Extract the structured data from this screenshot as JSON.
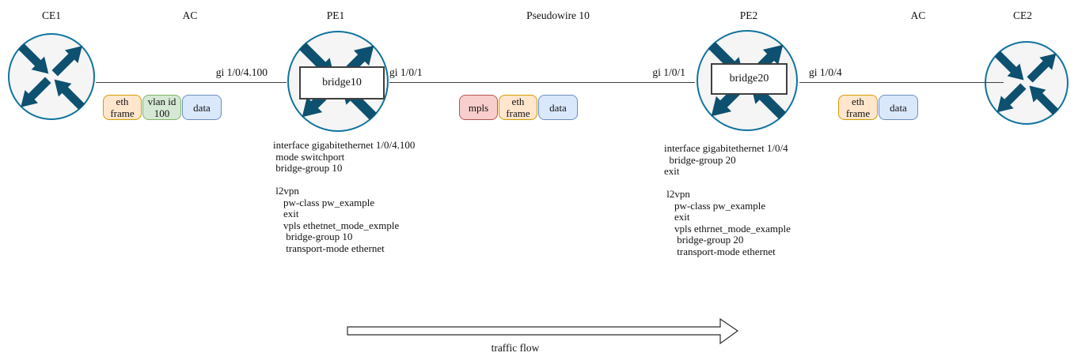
{
  "nodes": {
    "ce1": {
      "label": "CE1"
    },
    "pe1": {
      "label": "PE1",
      "bridge_label": "bridge10"
    },
    "pe2": {
      "label": "PE2",
      "bridge_label": "bridge20"
    },
    "ce2": {
      "label": "CE2"
    }
  },
  "segments": {
    "ac_left_label": "AC",
    "pseudowire_label": "Pseudowire 10",
    "ac_right_label": "AC"
  },
  "interface_labels": {
    "ce1_pe1": "gi 1/0/4.100",
    "pe1_pseudowire": "gi 1/0/1",
    "pseudowire_pe2": "gi 1/0/1",
    "pe2_ce2": "gi 1/0/4"
  },
  "frames": {
    "ac_left": [
      {
        "field": "eth frame",
        "color": "#FFE6CC",
        "border": "#D79B00"
      },
      {
        "field": "vlan id 100",
        "color": "#D5E8D4",
        "border": "#82B366"
      },
      {
        "field": "data",
        "color": "#DAE8FC",
        "border": "#6C8EBF"
      }
    ],
    "pseudowire": [
      {
        "field": "mpls",
        "color": "#F8CECC",
        "border": "#B85450"
      },
      {
        "field": "eth frame",
        "color": "#FFE6CC",
        "border": "#D79B00"
      },
      {
        "field": "data",
        "color": "#DAE8FC",
        "border": "#6C8EBF"
      }
    ],
    "ac_right": [
      {
        "field": "eth frame",
        "color": "#FFE6CC",
        "border": "#D79B00"
      },
      {
        "field": "data",
        "color": "#DAE8FC",
        "border": "#6C8EBF"
      }
    ]
  },
  "configs": {
    "pe1": "interface gigabitethernet 1/0/4.100\n mode switchport\n bridge-group 10\n\n l2vpn\n    pw-class pw_example\n    exit\n    vpls ethetnet_mode_exmple\n     bridge-group 10\n     transport-mode ethernet",
    "pe2": "interface gigabitethernet 1/0/4\n  bridge-group 20\nexit\n\n l2vpn\n    pw-class pw_example\n    exit\n    vpls ethrnet_mode_example\n     bridge-group 20\n     transport-mode ethernet"
  },
  "traffic_flow": {
    "label": "traffic flow"
  },
  "icons": {
    "router": "router-crossed-arrows-icon",
    "traffic_arrow": "right-arrow-outline-icon"
  },
  "colors": {
    "router_stroke": "#10739E",
    "router_fill": "#F5F5F5",
    "router_arrows": "#0E506F",
    "link_line": "#3d3d3d",
    "bridge_box_border": "#404040",
    "frame_orange": "#FFE6CC",
    "frame_green": "#D5E8D4",
    "frame_blue": "#DAE8FC",
    "frame_red": "#F8CECC"
  }
}
